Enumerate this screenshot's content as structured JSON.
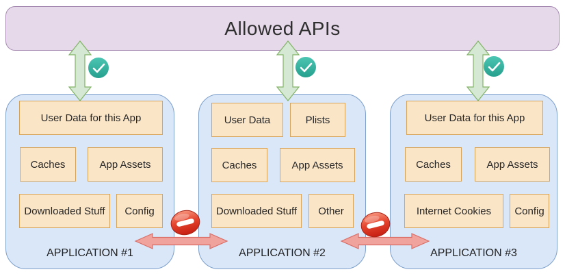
{
  "api_bar": {
    "title": "Allowed APIs"
  },
  "apps": [
    {
      "label": "APPLICATION #1",
      "boxes": [
        "User Data for this App",
        "Caches",
        "App Assets",
        "Downloaded Stuff",
        "Config"
      ]
    },
    {
      "label": "APPLICATION #2",
      "boxes": [
        "User Data",
        "Plists",
        "Caches",
        "App Assets",
        "Downloaded Stuff",
        "Other"
      ]
    },
    {
      "label": "APPLICATION #3",
      "boxes": [
        "User Data for this App",
        "Caches",
        "App Assets",
        "Internet Cookies",
        "Config"
      ]
    }
  ],
  "icons": {
    "allowed": "check-icon",
    "blocked": "no-entry-icon",
    "api_link": "double-arrow-vertical-icon",
    "app_link": "double-arrow-horizontal-icon"
  },
  "colors": {
    "api_bar_fill": "#e6d9ea",
    "api_bar_border": "#a488b0",
    "app_fill": "#d9e7f9",
    "app_border": "#7d9fca",
    "box_fill": "#fbe5c7",
    "box_border": "#d6a358",
    "allow_arrow_fill": "#d5e8d4",
    "allow_arrow_border": "#82b366",
    "deny_arrow_fill": "#f0a29c",
    "deny_arrow_border": "#d96d66",
    "check_circle": "#38b7a7",
    "no_entry_red": "#d42a1d"
  }
}
